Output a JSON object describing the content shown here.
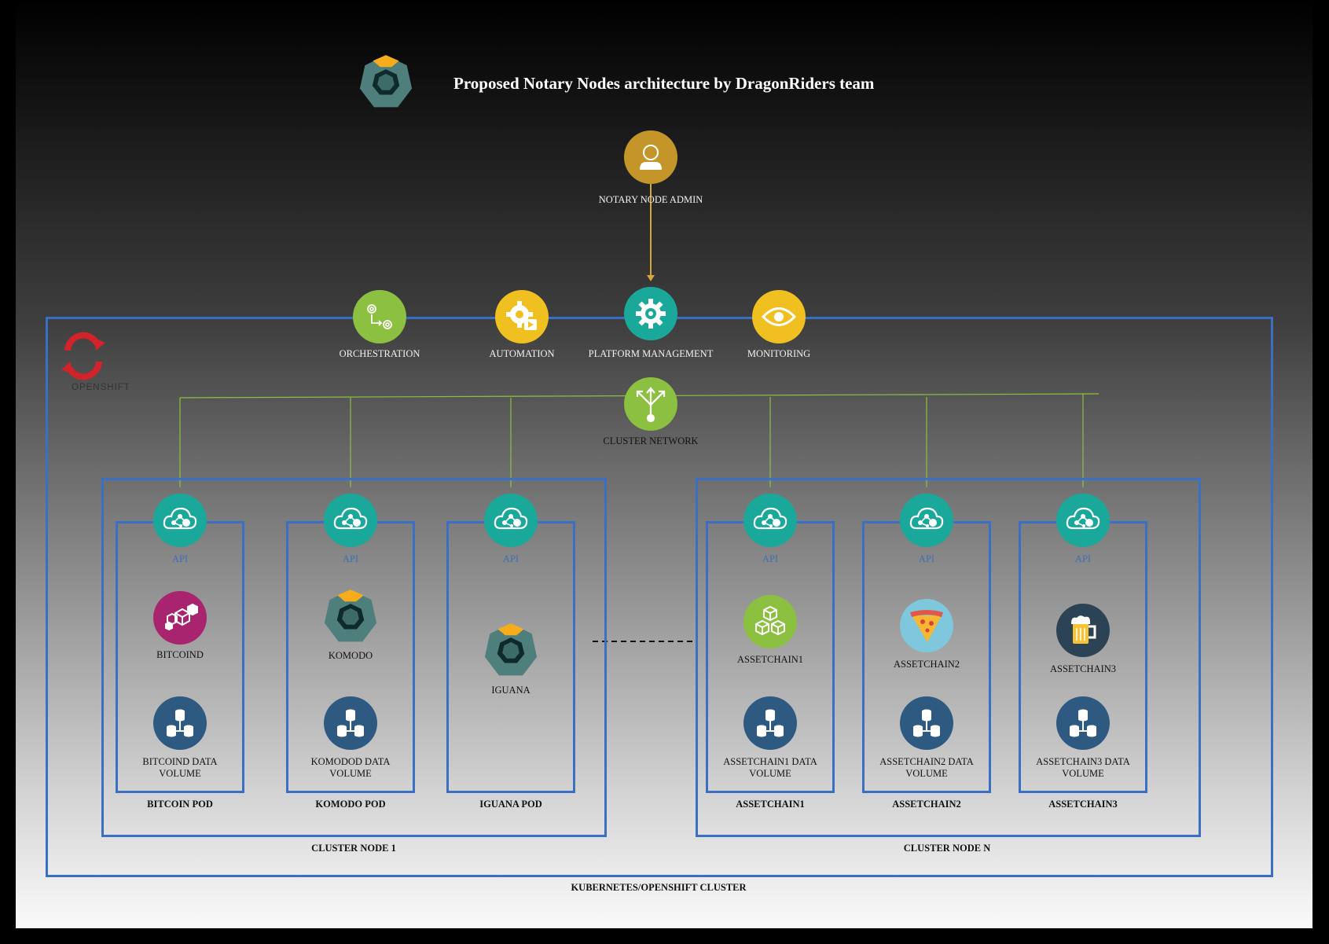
{
  "title": "Proposed Notary Nodes architecture by DragonRiders team",
  "admin": {
    "label": "NOTARY NODE ADMIN"
  },
  "services": {
    "orchestration": "ORCHESTRATION",
    "automation": "AUTOMATION",
    "platform_management": "PLATFORM MANAGEMENT",
    "monitoring": "MONITORING"
  },
  "openshift": {
    "logo_text": "OPENSHIFT"
  },
  "network": {
    "label": "CLUSTER NETWORK"
  },
  "cluster_nodes": [
    {
      "label": "CLUSTER NODE 1",
      "pods": [
        {
          "label": "BITCOIN POD",
          "api": "API",
          "app": "BITCOIND",
          "volume": "BITCOIND DATA VOLUME"
        },
        {
          "label": "KOMODO POD",
          "api": "API",
          "app": "KOMODO",
          "volume": "KOMODOD DATA VOLUME"
        },
        {
          "label": "IGUANA POD",
          "api": "API",
          "app": "IGUANA"
        }
      ]
    },
    {
      "label": "CLUSTER NODE N",
      "pods": [
        {
          "label": "ASSETCHAIN1",
          "api": "API",
          "app": "ASSETCHAIN1",
          "volume": "ASSETCHAIN1 DATA VOLUME"
        },
        {
          "label": "ASSETCHAIN2",
          "api": "API",
          "app": "ASSETCHAIN2",
          "volume": "ASSETCHAIN2 DATA VOLUME"
        },
        {
          "label": "ASSETCHAIN3",
          "api": "API",
          "app": "ASSETCHAIN3",
          "volume": "ASSETCHAIN3 DATA VOLUME"
        }
      ]
    }
  ],
  "cluster": {
    "label": "KUBERNETES/OPENSHIFT CLUSTER"
  },
  "colors": {
    "teal": "#1aa89a",
    "green": "#8cc040",
    "yellow": "#f0c020",
    "gold": "#c4962a",
    "magenta": "#a8246e",
    "navy": "#2e5a82",
    "komodo": "#4f7f7d",
    "komodo_top": "#f7ad1b",
    "border": "#3a6fc4",
    "openshift_red": "#d2232a"
  },
  "icons": {
    "admin": "user-icon",
    "orchestration": "gears-flow-icon",
    "automation": "gear-play-icon",
    "platform_management": "gear-icon",
    "monitoring": "eye-icon",
    "network": "network-fork-icon",
    "api": "cloud-network-icon",
    "bitcoind": "hexagon-cube-icon",
    "komodo": "komodo-logo-icon",
    "iguana": "komodo-logo-icon",
    "assetchain1": "cubes-icon",
    "assetchain2": "pizza-icon",
    "assetchain3": "beer-icon",
    "volume": "database-icon"
  }
}
